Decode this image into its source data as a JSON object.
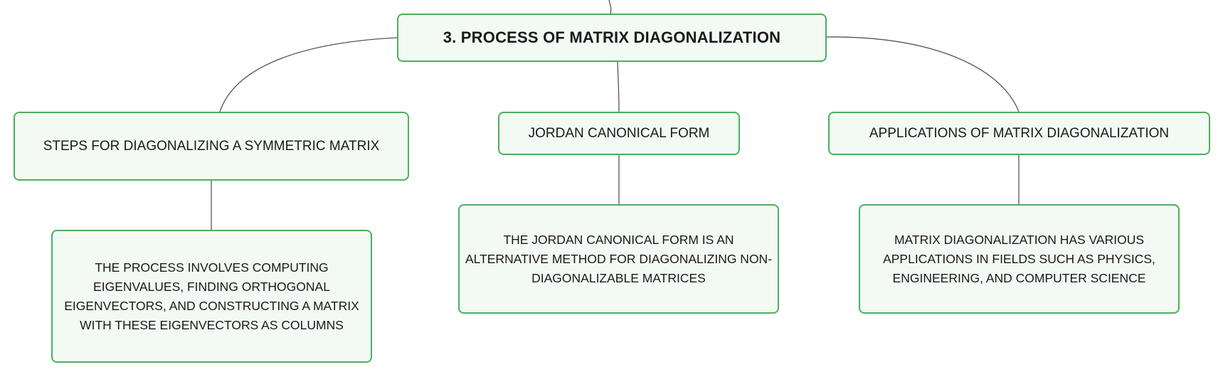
{
  "root": {
    "label": "3. PROCESS OF MATRIX DIAGONALIZATION"
  },
  "branches": [
    {
      "label": "STEPS FOR DIAGONALIZING A SYMMETRIC MATRIX",
      "detail": "THE PROCESS INVOLVES COMPUTING EIGENVALUES, FINDING ORTHOGONAL EIGENVECTORS, AND CONSTRUCTING A MATRIX WITH THESE EIGENVECTORS AS COLUMNS"
    },
    {
      "label": "JORDAN CANONICAL FORM",
      "detail": "THE JORDAN CANONICAL FORM IS AN ALTERNATIVE METHOD FOR DIAGONALIZING NON-DIAGONALIZABLE MATRICES"
    },
    {
      "label": "APPLICATIONS OF MATRIX DIAGONALIZATION",
      "detail": "MATRIX DIAGONALIZATION HAS VARIOUS APPLICATIONS IN FIELDS SUCH AS PHYSICS, ENGINEERING, AND COMPUTER SCIENCE"
    }
  ],
  "colors": {
    "node_border": "#4caf5f",
    "node_fill": "#f3faf4",
    "connector": "#555555",
    "text": "#1a1a1a"
  }
}
